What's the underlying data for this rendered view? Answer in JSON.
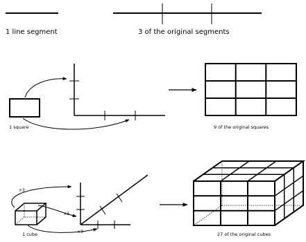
{
  "labels": {
    "line_segment": "1 line segment",
    "three_segments": "3 of the original segments",
    "square": "1 square",
    "nine_squares": "9 of the original squares",
    "cube": "1 cube",
    "twentyseven_cubes": "27 of the original cubes",
    "times3_a": "×3",
    "times3_b": "×3",
    "times3_c": "×3"
  }
}
